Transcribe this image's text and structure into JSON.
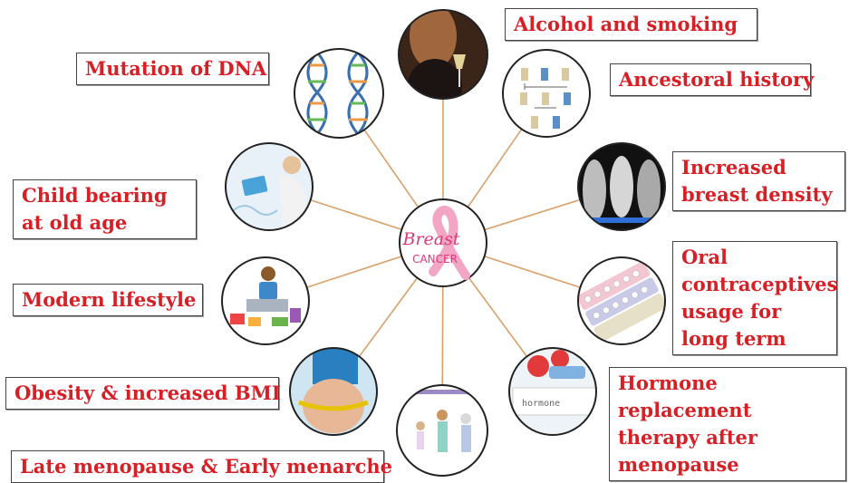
{
  "center": {
    "title_line1": "Breast",
    "title_line2": "CANCER"
  },
  "factors": [
    {
      "id": "alcohol",
      "label": "Alcohol and smoking",
      "icon": "woman-with-wine-glass"
    },
    {
      "id": "ancestral",
      "label": "Ancestoral history",
      "icon": "family-pedigree-chart"
    },
    {
      "id": "density",
      "label": "Increased breast density",
      "icon": "mammogram-scans"
    },
    {
      "id": "oral",
      "label": "Oral contraceptives usage for long term",
      "icon": "pill-blister-packs"
    },
    {
      "id": "hrt",
      "label": "Hormone replacement therapy after menopause",
      "icon": "hormone-therapy-vials"
    },
    {
      "id": "menopause",
      "label": "Late menopause & Early menarche",
      "icon": "female-life-phases"
    },
    {
      "id": "obesity",
      "label": "Obesity & increased BMI",
      "icon": "waist-measuring-tape"
    },
    {
      "id": "lifestyle",
      "label": "Modern lifestyle",
      "icon": "person-with-laptop-and-food"
    },
    {
      "id": "childbearing",
      "label": "Child bearing at old age",
      "icon": "pregnant-woman-ultrasound"
    },
    {
      "id": "dna",
      "label": "Mutation of DNA",
      "icon": "dna-double-helix"
    }
  ],
  "colors": {
    "label_text": "#d71f26",
    "connector": "#d9a06a",
    "ribbon": "#f2a6c4",
    "center_text": "#d93a7c"
  }
}
